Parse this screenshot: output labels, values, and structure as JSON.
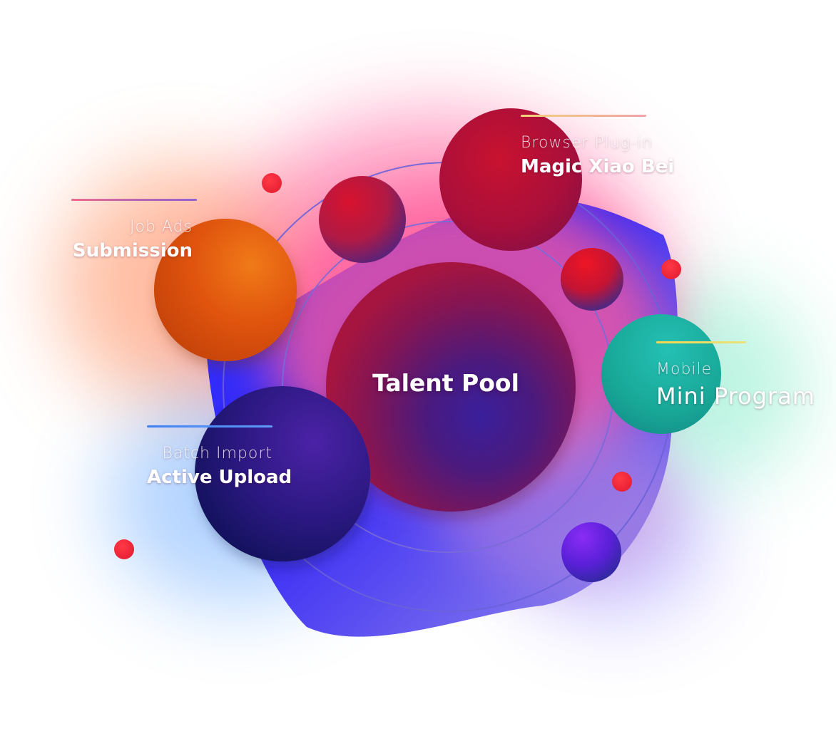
{
  "center": {
    "title": "Talent Pool"
  },
  "channels": [
    {
      "category": "Browser Plug-in",
      "name": "Magic Xiao Bei"
    },
    {
      "category": "Job Ads",
      "name": "Submission"
    },
    {
      "category": "Batch Import",
      "name": "Active Upload"
    },
    {
      "category": "Mobile",
      "name": "Mini Program"
    }
  ],
  "colors": {
    "center_sphere": "#7a1450",
    "plugin_sphere": "#c0103a",
    "jobads_sphere": "#e2590f",
    "batch_sphere": "#1e1770",
    "mobile_sphere": "#1fb5a5",
    "orbit_ring": "#6a62d8",
    "dot": "#f02c3c",
    "blob_blue": "#1c3cff",
    "glow_pink": "#ff5a9a"
  }
}
